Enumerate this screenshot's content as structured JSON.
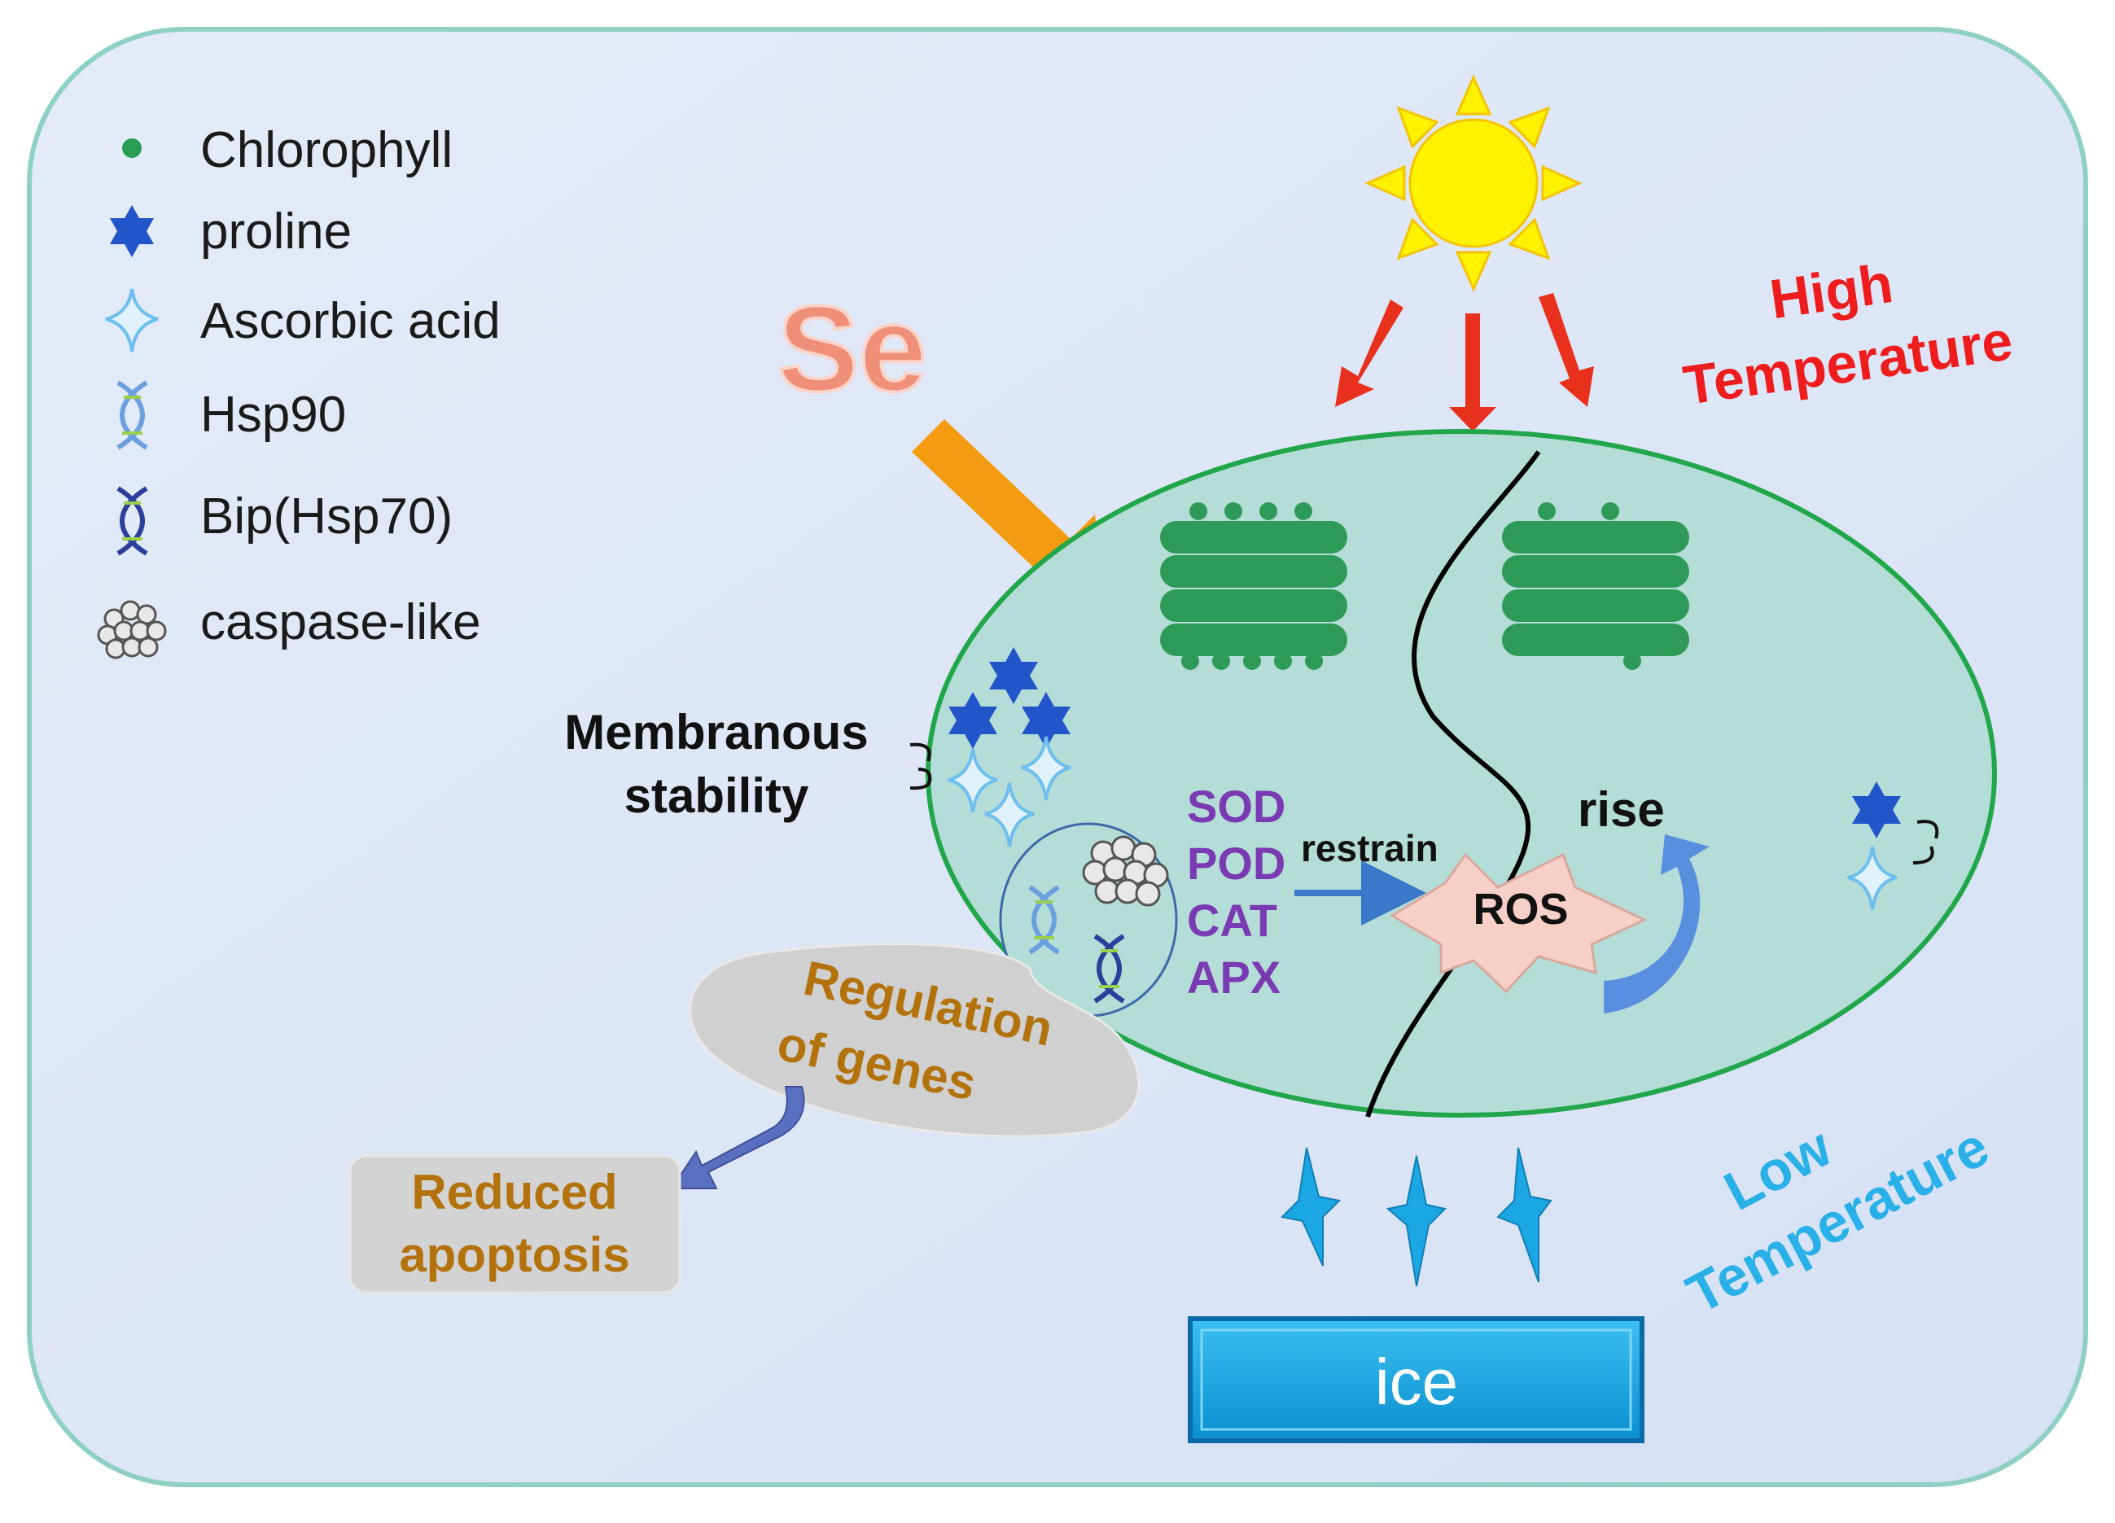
{
  "legend": {
    "items": [
      {
        "icon": "chlorophyll-dot-icon",
        "label": "Chlorophyll"
      },
      {
        "icon": "proline-star-icon",
        "label": "proline"
      },
      {
        "icon": "ascorbic-acid-sparkle-icon",
        "label": "Ascorbic acid"
      },
      {
        "icon": "hsp90-dna-icon",
        "label": "Hsp90"
      },
      {
        "icon": "bip-dna-icon",
        "label": "Bip(Hsp70)"
      },
      {
        "icon": "caspase-cluster-icon",
        "label": "caspase-like"
      }
    ]
  },
  "labels": {
    "se": "Se",
    "high_temp_line1": "High",
    "high_temp_line2": "Temperature",
    "low_temp_line1": "Low",
    "low_temp_line2": "Temperature",
    "membrane_line1": "Membranous",
    "membrane_line2": "stability",
    "enzymes": [
      "SOD",
      "POD",
      "CAT",
      "APX"
    ],
    "restrain": "restrain",
    "ros": "ROS",
    "rise": "rise",
    "regulation_line1": "Regulation",
    "regulation_line2": "of genes",
    "reduced_line1": "Reduced",
    "reduced_line2": "apoptosis",
    "ice": "ice"
  },
  "colors": {
    "background": "#dfe7f7",
    "frame_border": "#8fd0c4",
    "cell_fill": "#b5ddd8",
    "cell_border": "#22a64a",
    "chloroplast": "#2e9a58",
    "proline": "#2155c9",
    "ascorbic": "#8ccaf2",
    "se_text": "#f08f78",
    "se_arrow": "#f59b0f",
    "heat_arrow": "#e8301c",
    "high_temp_text": "#ee1c1c",
    "low_temp_text": "#2ab0e8",
    "enzyme_text": "#7a3ab2",
    "regulation_text": "#b3720c",
    "ros_fill": "#f6cfc6",
    "rise_arrow": "#5a8fe0",
    "ice_fill": "#1ba7e3",
    "sun": "#fff200"
  }
}
